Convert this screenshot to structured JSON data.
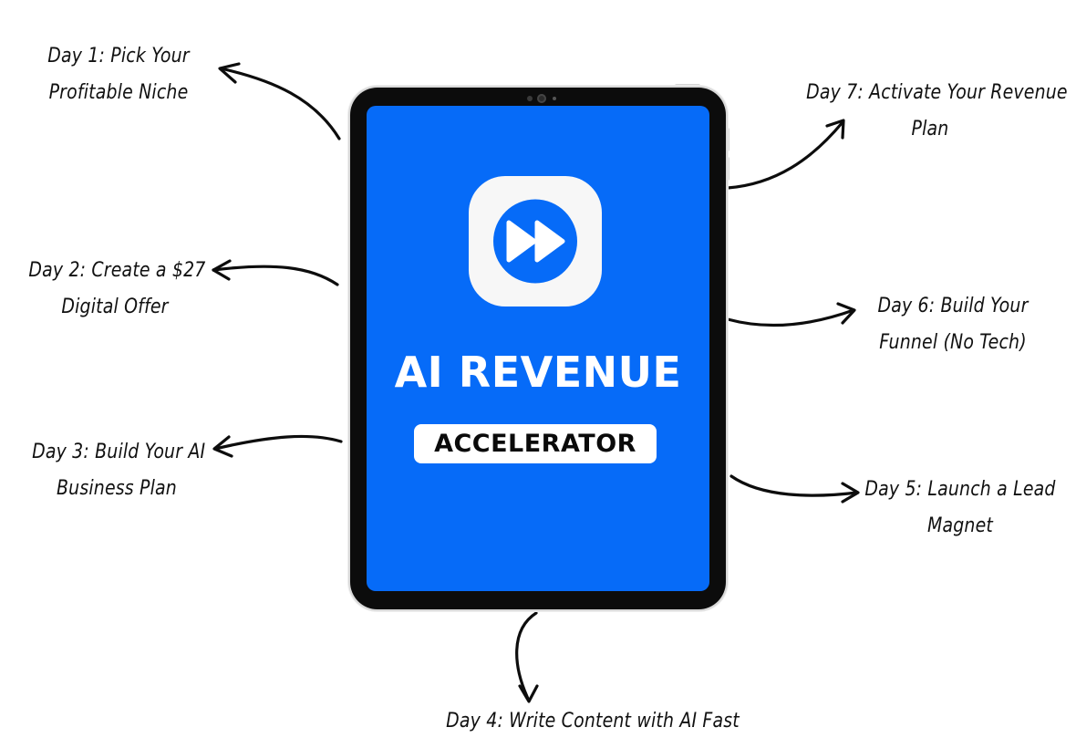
{
  "product": {
    "title": "AI REVENUE",
    "subtitle": "ACCELERATOR",
    "icon": "fast-forward-icon",
    "colors": {
      "screen": "#066bf8",
      "icon_bg": "#f7f7f7",
      "text": "#ffffff"
    }
  },
  "days": [
    {
      "line1": "Day 1: Pick Your",
      "line2": "Profitable Niche"
    },
    {
      "line1": "Day 2: Create a $27",
      "line2": "Digital Offer"
    },
    {
      "line1": "Day 3: Build Your AI",
      "line2": "Business Plan"
    },
    {
      "line1": "Day 4: Write Content with AI Fast"
    },
    {
      "line1": "Day 5: Launch a Lead",
      "line2": "Magnet"
    },
    {
      "line1": "Day 6: Build Your",
      "line2": "Funnel (No Tech)"
    },
    {
      "line1": "Day 7: Activate Your Revenue",
      "line2": "Plan"
    }
  ]
}
